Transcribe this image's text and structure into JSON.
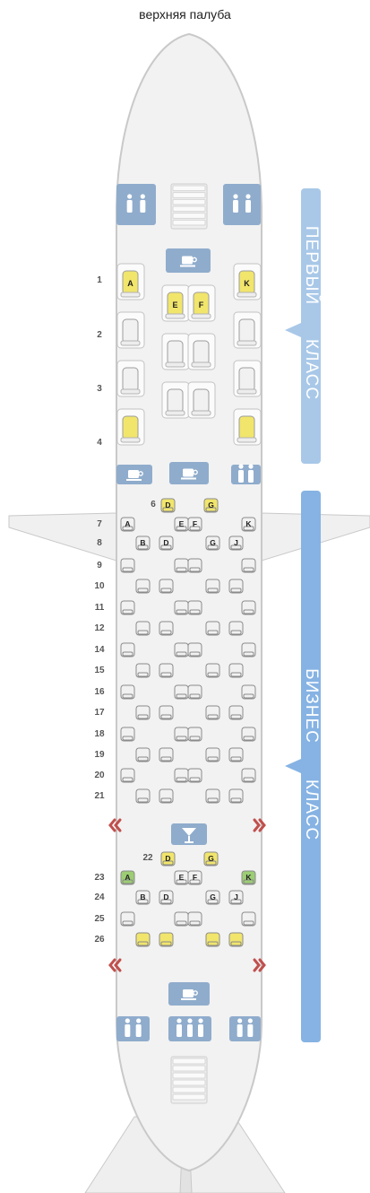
{
  "deck_title": "верхняя палуба",
  "sections": [
    {
      "label_line1": "ПЕРВЫЙ",
      "label_line2": "КЛАСС",
      "color": "#a9c8e8"
    },
    {
      "label_line1": "БИЗНЕС",
      "label_line2": "КЛАСС",
      "color": "#86b3e3"
    }
  ],
  "first_class": {
    "rows": [
      "1",
      "2",
      "3",
      "4"
    ],
    "letters": [
      "A",
      "E",
      "F",
      "K"
    ]
  },
  "business_class": {
    "rows": [
      "6",
      "7",
      "8",
      "9",
      "10",
      "11",
      "12",
      "14",
      "15",
      "16",
      "17",
      "18",
      "19",
      "20",
      "21",
      "22",
      "23",
      "24",
      "25",
      "26"
    ],
    "letters": [
      "A",
      "B",
      "D",
      "E",
      "F",
      "G",
      "J",
      "K"
    ]
  },
  "colors": {
    "fuselage": "#f2f2f2",
    "outline": "#c9c9c9",
    "facility": "#8faccc",
    "seat_standard": "#f1f1f1",
    "seat_yellow": "#f1e56c",
    "seat_green": "#9ccd74",
    "exit_marker": "#c0504d"
  },
  "seat_highlights": {
    "yellow": [
      "1A",
      "1K",
      "1E",
      "1F",
      "4A",
      "4K",
      "6D",
      "6G",
      "22D",
      "22G",
      "26B",
      "26D",
      "26G",
      "26J"
    ],
    "green": [
      "23A",
      "23K"
    ]
  },
  "icons": [
    "toilet-icon",
    "stairs-icon",
    "galley-icon",
    "bar-icon",
    "exit-row-icon"
  ]
}
